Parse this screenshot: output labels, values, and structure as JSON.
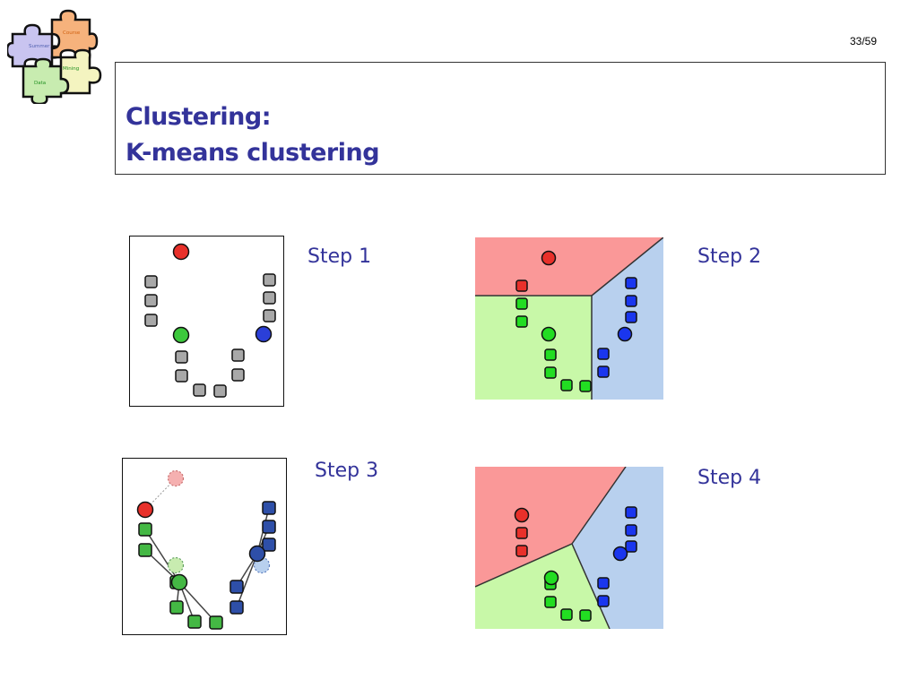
{
  "slide": {
    "page_number": "33/59",
    "title_line1": "Clustering:",
    "title_line2": "K-means clustering"
  },
  "logo": {
    "pieces": [
      "Summer",
      "Course",
      "Data",
      "Mining"
    ]
  },
  "steps": [
    {
      "label": "Step 1"
    },
    {
      "label": "Step 2"
    },
    {
      "label": "Step 3"
    },
    {
      "label": "Step 4"
    }
  ],
  "colors": {
    "title": "#33339a",
    "red_point": "#e8302a",
    "green_point": "#3cc83c",
    "blue_point": "#2b3fd8",
    "gray_point": "#a8a8a8",
    "red_region": "#fa9898",
    "green_region": "#c8f8a8",
    "blue_region": "#b8d0ee"
  }
}
